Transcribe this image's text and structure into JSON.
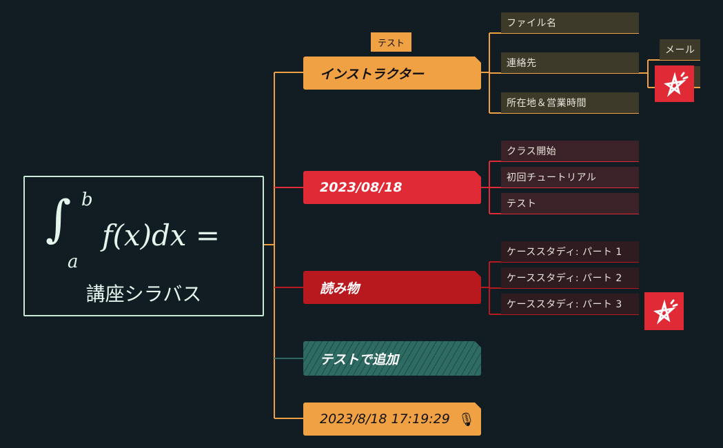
{
  "central": {
    "formula_upper": "b",
    "formula_lower": "a",
    "formula_body": "f(x)dx =",
    "title": "講座シラバス"
  },
  "colors": {
    "background": "#111d23",
    "orange": "#f0a143",
    "red": "#e02a36",
    "dark_red": "#b8191e",
    "teal": "#2e6b62"
  },
  "branches": [
    {
      "label": "インストラクター",
      "tag": "テスト",
      "children": [
        "ファイル名",
        "連絡先",
        "所在地＆営業時間"
      ],
      "grandchildren": [
        "メール",
        ""
      ]
    },
    {
      "label": "2023/08/18",
      "children": [
        "クラス開始",
        "初回チュートリアル",
        "テスト"
      ]
    },
    {
      "label": "読み物",
      "children": [
        "ケーススタディ: パート 1",
        "ケーススタディ: パート 2",
        "ケーススタディ: パート 3"
      ]
    },
    {
      "label": "テストで追加"
    },
    {
      "label": "2023/8/18  17:19:29",
      "icon": "microphone-icon"
    }
  ],
  "stickers": [
    "star-sticker-icon",
    "star-sticker-icon"
  ]
}
